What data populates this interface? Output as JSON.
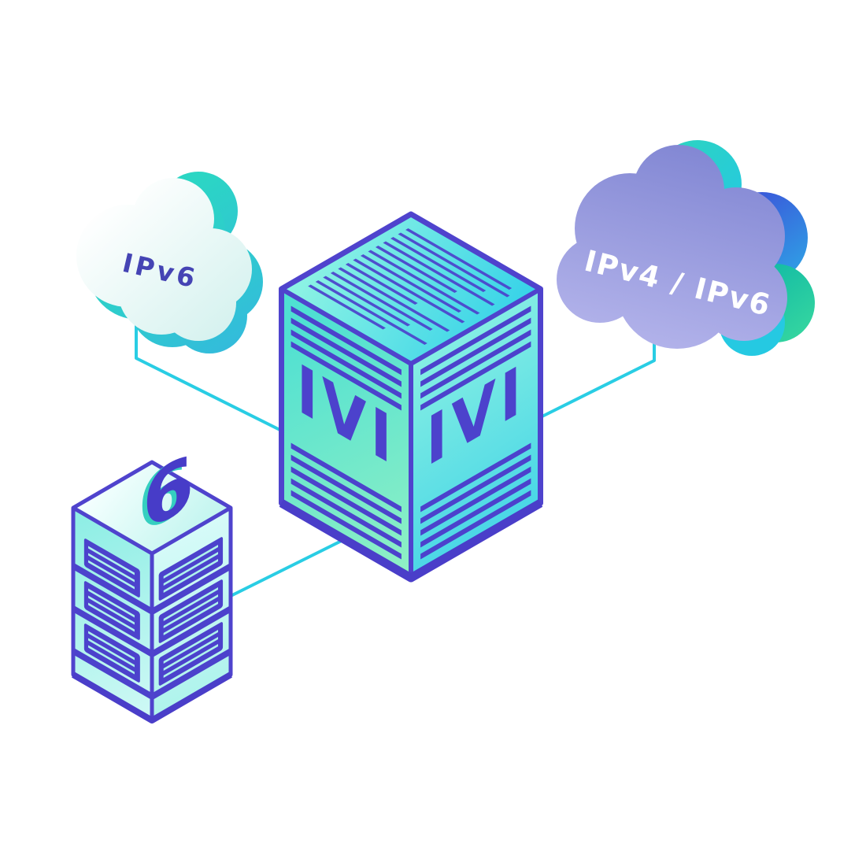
{
  "labels": {
    "left_cloud": "IPv6",
    "right_cloud": "IPv4 / IPv6",
    "translator_left": "IVI",
    "translator_right": "IVI",
    "server": "6"
  },
  "nodes": {
    "left_cloud": {
      "type": "cloud",
      "label": "IPv6"
    },
    "right_cloud": {
      "type": "cloud",
      "label": "IPv4 / IPv6"
    },
    "translator": {
      "type": "isometric-box",
      "face_labels": [
        "IVI",
        "IVI"
      ]
    },
    "server": {
      "type": "server-rack",
      "label": "6"
    }
  },
  "connections": [
    {
      "from": "left_cloud",
      "to": "translator"
    },
    {
      "from": "right_cloud",
      "to": "translator"
    },
    {
      "from": "server",
      "to": "translator"
    }
  ],
  "colors": {
    "background": "#ffffff",
    "indigo_detail": "#4c42cc",
    "teal": "#2dd4bf",
    "cyan": "#29cde4",
    "purple_cloud": "#8f93d8",
    "connector_line": "#29cde4",
    "left_cloud_text": "#4544b4",
    "right_cloud_text": "#ffffff"
  }
}
